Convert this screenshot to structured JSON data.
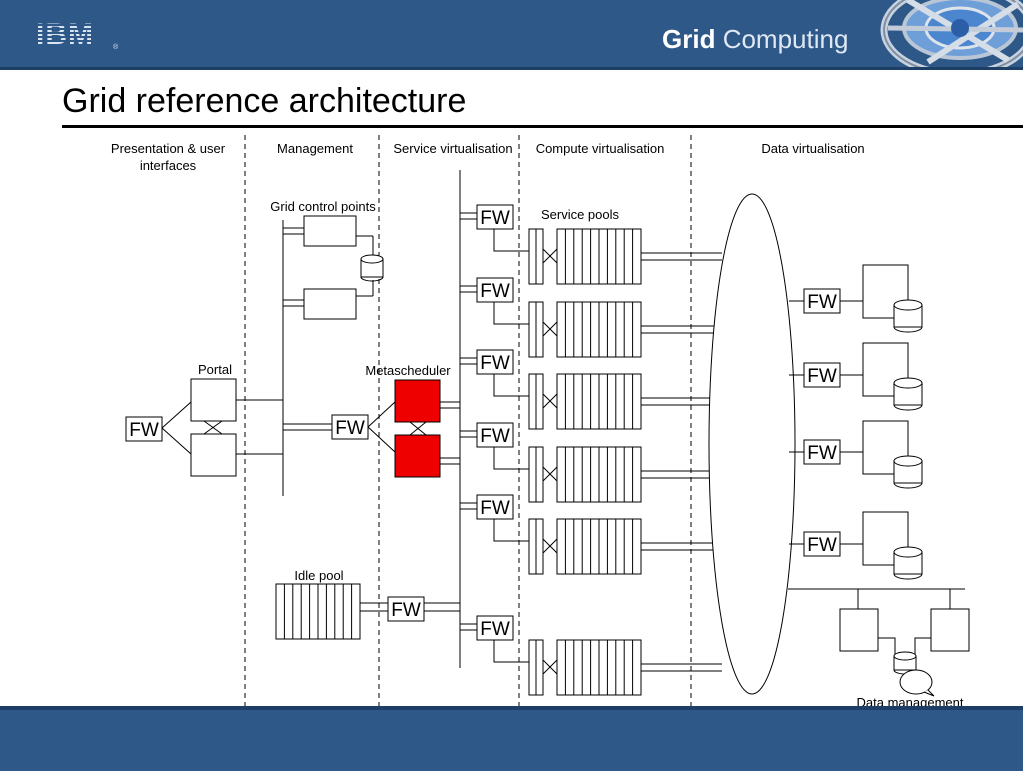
{
  "header": {
    "logo_text": "IBM",
    "logo_mark": "®",
    "brand_bold": "Grid",
    "brand_light": "Computing",
    "globe_icon": "grid-globe-icon"
  },
  "slide": {
    "title": "Grid reference architecture"
  },
  "columns": {
    "presentation": [
      "Presentation & user",
      "interfaces"
    ],
    "management": "Management",
    "service_virtualisation": "Service virtualisation",
    "compute_virtualisation": "Compute virtualisation",
    "data_virtualisation": "Data virtualisation"
  },
  "labels": {
    "grid_control_points": "Grid control points",
    "portal": "Portal",
    "metascheduler": "Metascheduler",
    "service_pools": "Service pools",
    "idle_pool": "Idle pool",
    "data_management": "Data management",
    "firewall": "FW"
  },
  "colors": {
    "header_blue": "#2e5888",
    "metascheduler_red": "#ee0000"
  }
}
